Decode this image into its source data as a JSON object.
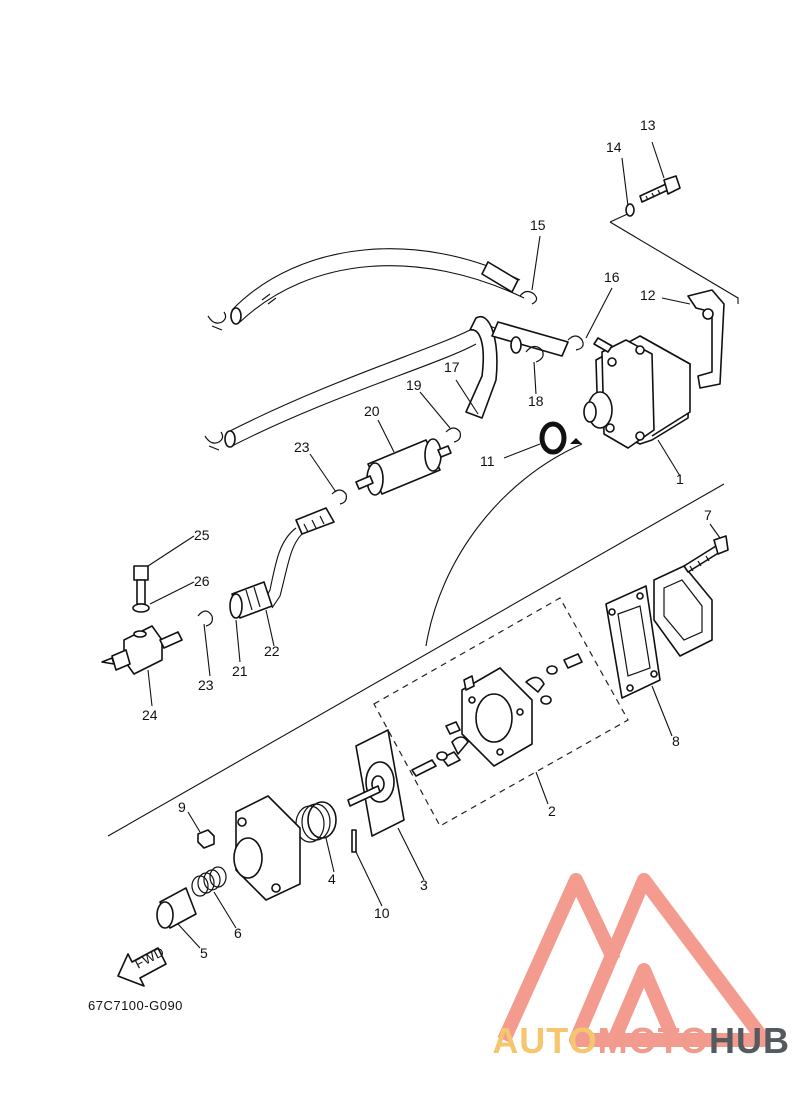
{
  "diagram": {
    "callouts": [
      "1",
      "2",
      "3",
      "4",
      "5",
      "6",
      "7",
      "8",
      "9",
      "10",
      "11",
      "12",
      "13",
      "14",
      "15",
      "16",
      "17",
      "18",
      "19",
      "20",
      "21",
      "22",
      "23",
      "23",
      "24",
      "25",
      "26"
    ],
    "fwd_label": "FWD",
    "code": "67C7100-G090"
  },
  "watermark": {
    "part1": "AUTO",
    "part2": "MOTO",
    "part3": "HUB",
    "colors": {
      "part1": "#f6c66f",
      "part2": "#f19a8e",
      "part3": "#555a5e",
      "triangle": "#f38a7c"
    }
  }
}
